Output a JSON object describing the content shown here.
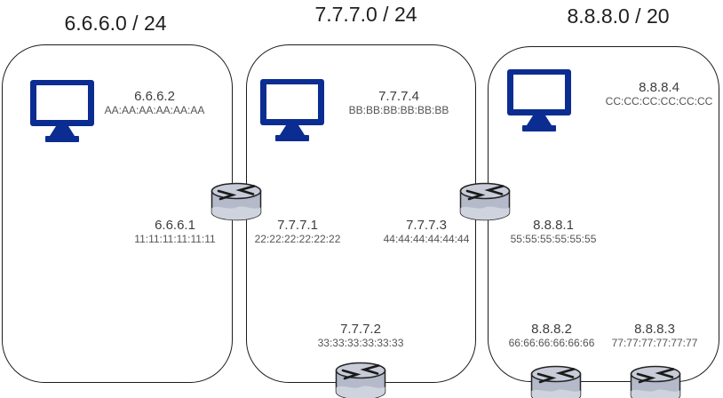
{
  "diagram_type": "network-topology",
  "networks": [
    {
      "cidr": "6.6.6.0 / 24",
      "host": {
        "ip": "6.6.6.2",
        "mac": "AA:AA:AA:AA:AA:AA"
      }
    },
    {
      "cidr": "7.7.7.0 / 24",
      "host": {
        "ip": "7.7.7.4",
        "mac": "BB:BB:BB:BB:BB:BB"
      }
    },
    {
      "cidr": "8.8.8.0 / 20",
      "host": {
        "ip": "8.8.8.4",
        "mac": "CC:CC:CC:CC:CC:CC"
      }
    }
  ],
  "routers": [
    {
      "id": "router-net1-net2",
      "left_interface": {
        "ip": "6.6.6.1",
        "mac": "11:11:11:11:11:11"
      },
      "right_interface": {
        "ip": "7.7.7.1",
        "mac": "22:22:22:22:22:22"
      }
    },
    {
      "id": "router-net2-net3",
      "left_interface": {
        "ip": "7.7.7.3",
        "mac": "44:44:44:44:44:44"
      },
      "right_interface": {
        "ip": "8.8.8.1",
        "mac": "55:55:55:55:55:55"
      }
    },
    {
      "id": "router-net2-south",
      "interface": {
        "ip": "7.7.7.2",
        "mac": "33:33:33:33:33:33"
      }
    },
    {
      "id": "router-net3-south-left",
      "interface": {
        "ip": "8.8.8.2",
        "mac": "66:66:66:66:66:66"
      }
    },
    {
      "id": "router-net3-south-right",
      "interface": {
        "ip": "8.8.8.3",
        "mac": "77:77:77:77:77:77"
      }
    }
  ],
  "icons": {
    "host": "computer-monitor-icon",
    "router": "router-icon"
  },
  "colors": {
    "monitor_blue": "#0b2d91",
    "router_body": "#b4bac9",
    "router_top": "#c8ccd8",
    "router_highlight": "#cfd3de",
    "outline": "#1c1c1c"
  }
}
